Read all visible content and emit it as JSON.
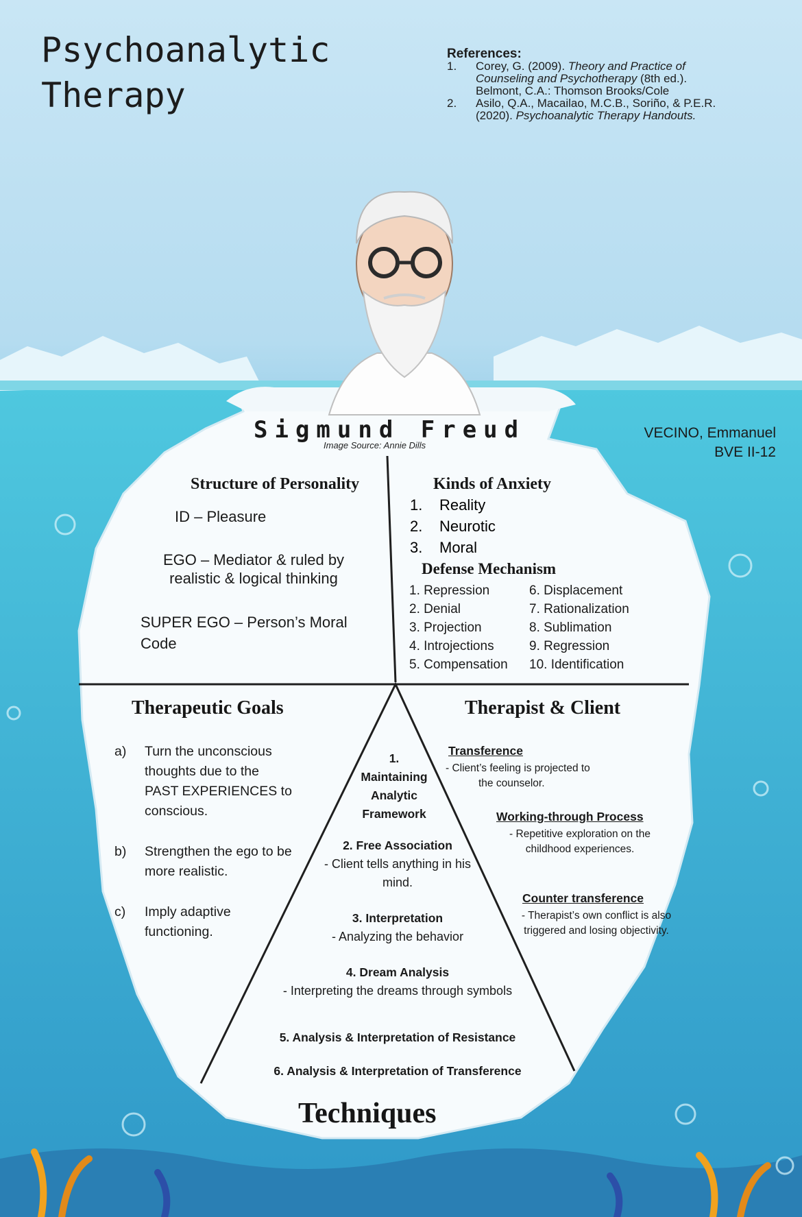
{
  "header": {
    "title_line1": "Psychoanalytic",
    "title_line2": "Therapy"
  },
  "references": {
    "heading": "References:",
    "items": [
      {
        "num": "1.",
        "l1_a": "Corey, G. (2009). ",
        "l1_b": "Theory and Practice of",
        "l2": "Counseling and Psychotherapy",
        "l2_c": " (8th ed.).",
        "l3": "Belmont, C.A.: Thomson Brooks/Cole"
      },
      {
        "num": "2.",
        "l1": "Asilo, Q.A., Macailao, M.C.B., Soriño, & P.E.R.",
        "l2_a": "(2020). ",
        "l2_b": "Psychoanalytic Therapy Handouts."
      }
    ]
  },
  "portrait": {
    "name": "Sigmund Freud",
    "image_source": "Image Source: Annie Dills"
  },
  "author": {
    "name": "VECINO, Emmanuel",
    "section": "BVE II-12"
  },
  "structure_of_personality": {
    "title": "Structure of Personality",
    "id": "ID – Pleasure",
    "ego": "EGO – Mediator & ruled by realistic & logical thinking",
    "super_ego": "SUPER EGO – Person’s Moral Code"
  },
  "kinds_of_anxiety": {
    "title": "Kinds of Anxiety",
    "items": [
      {
        "num": "1.",
        "label": "Reality"
      },
      {
        "num": "2.",
        "label": "Neurotic"
      },
      {
        "num": "3.",
        "label": "Moral"
      }
    ]
  },
  "defense_mechanism": {
    "title": "Defense Mechanism",
    "left": [
      "1. Repression",
      "2. Denial",
      "3. Projection",
      "4. Introjections",
      "5. Compensation"
    ],
    "right": [
      "6. Displacement",
      "7. Rationalization",
      "8. Sublimation",
      "9. Regression",
      "10. Identification"
    ]
  },
  "therapeutic_goals": {
    "title": "Therapeutic Goals",
    "items": [
      {
        "letter": "a)",
        "text": "Turn the unconscious thoughts due to the PAST EXPERIENCES to conscious."
      },
      {
        "letter": "b)",
        "text": "Strengthen the ego to be more realistic."
      },
      {
        "letter": "c)",
        "text": "Imply adaptive functioning."
      }
    ]
  },
  "therapist_client": {
    "title": "Therapist & Client",
    "transference": {
      "heading": "Transference",
      "line1": "- Client’s feeling is projected to",
      "line2": "the counselor."
    },
    "working_through": {
      "heading": "Working-through Process",
      "desc": "- Repetitive exploration on the childhood experiences."
    },
    "counter_transference": {
      "heading": "Counter transference",
      "desc": "- Therapist’s own conflict is also triggered and losing objectivity."
    }
  },
  "techniques": {
    "title": "Techniques",
    "t1_num": "1.",
    "t1_l1": "Maintaining",
    "t1_l2": "Analytic",
    "t1_l3": "Framework",
    "t2_h": "2. Free Association",
    "t2_d": "- Client tells anything in his mind.",
    "t3_h": "3. Interpretation",
    "t3_d": "- Analyzing the behavior",
    "t4_h": "4. Dream Analysis",
    "t4_d": "- Interpreting the dreams through symbols",
    "t5_h": "5. Analysis & Interpretation of Resistance",
    "t6_h": "6. Analysis & Interpretation of Transference"
  },
  "colors": {
    "sky": "#c9e6f5",
    "water": "#43b9d7",
    "iceberg": "#f7fbfd",
    "text": "#1a1a1a"
  }
}
